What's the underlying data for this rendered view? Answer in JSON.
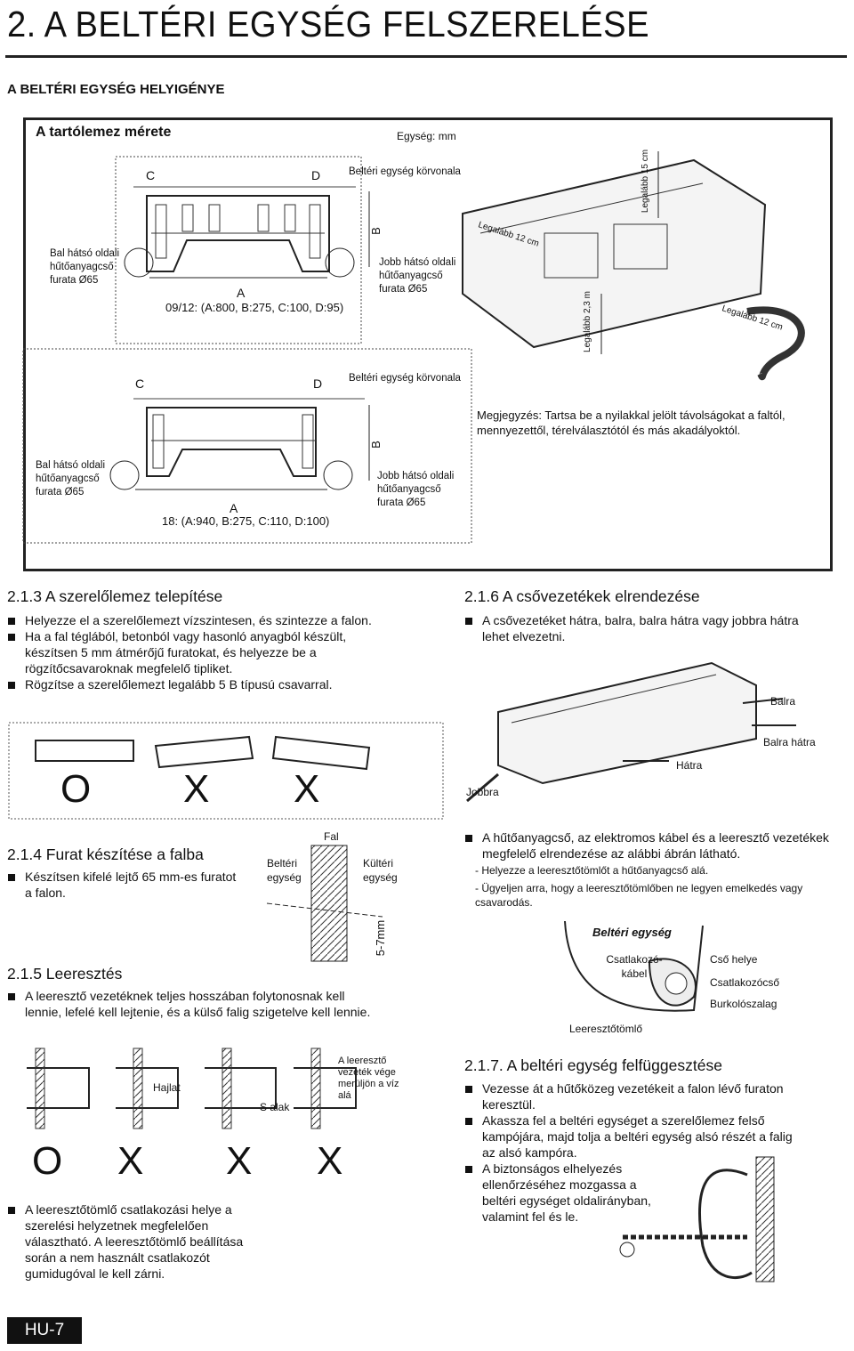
{
  "header": {
    "title": "2. A BELTÉRI EGYSÉG FELSZERELÉSE",
    "subtitle": "A BELTÉRI EGYSÉG HELYIGÉNYE"
  },
  "plate_box": {
    "heading": "A tartólemez mérete",
    "unit": "Egység: mm",
    "top": {
      "c": "C",
      "d": "D",
      "outline": "Beltéri egység körvonala",
      "b": "B",
      "left_hole": "Bal hátsó oldali hűtőanyagcső furata Ø65",
      "right_hole": "Jobb hátsó oldali hűtőanyagcső furata Ø65",
      "a": "A",
      "dims": "09/12: (A:800, B:275, C:100, D:95)"
    },
    "clearances": {
      "top": "Legalább 15 cm",
      "left": "Legalább 12 cm",
      "right": "Legalább 12 cm",
      "bottom": "Legalább 2,3 m"
    },
    "bottom": {
      "c": "C",
      "d": "D",
      "outline": "Beltéri egység körvonala",
      "b": "B",
      "left_hole": "Bal hátsó oldali hűtőanyagcső furata Ø65",
      "right_hole": "Jobb hátsó oldali hűtőanyagcső furata Ø65",
      "a": "A",
      "dims": "18: (A:940, B:275, C:110, D:100)"
    },
    "note": "Megjegyzés: Tartsa be a nyilakkal jelölt távolságokat a faltól, mennyezettől, térelválasztótól és más akadályoktól."
  },
  "s213": {
    "heading": "2.1.3 A szerelőlemez telepítése",
    "bullets": [
      "Helyezze el a szerelőlemezt vízszintesen, és szintezze a falon.",
      "Ha a fal téglából, betonból vagy hasonló anyagból készült, készítsen 5 mm átmérőjű furatokat, és helyezze be a rögzítőcsavaroknak megfelelő tipliket.",
      "Rögzítse a szerelőlemezt legalább 5 B típusú csavarral."
    ],
    "marks": [
      "O",
      "X",
      "X"
    ]
  },
  "s216": {
    "heading": "2.1.6 A csővezetékek elrendezése",
    "bullet": "A csővezetéket hátra, balra, balra hátra vagy jobbra hátra lehet elvezetni.",
    "dirs": {
      "left": "Balra",
      "left_back": "Balra hátra",
      "back": "Hátra",
      "right": "Jobbra"
    }
  },
  "s214": {
    "heading": "2.1.4 Furat készítése a falba",
    "bullet": "Készítsen kifelé lejtő 65 mm-es furatot a falon.",
    "wall": "Fal",
    "indoor": "Beltéri egység",
    "outdoor": "Kültéri egység",
    "gap": "5-7mm"
  },
  "s215": {
    "heading": "2.1.5 Leeresztés",
    "bullet": "A leeresztő vezetéknek teljes hosszában folytonosnak kell lennie, lefelé kell lejtenie, és a külső falig szigetelve kell lennie.",
    "labels": {
      "bend": "Hajlat",
      "s": "S alak",
      "end": "A leeresztő vezeték vége merüljön a víz alá"
    },
    "marks": [
      "O",
      "X",
      "X",
      "X"
    ],
    "bullet2": "A leeresztőtömlő csatlakozási helye a szerelési helyzetnek megfelelően választható. A leeresztőtömlő beállítása során a nem használt csatlakozót gumidugóval le kell zárni."
  },
  "pipes": {
    "bullet": "A hűtőanyagcső, az elektromos kábel és a leeresztő vezetékek megfelelő elrendezése az alábbi ábrán látható.",
    "dash1": "Helyezze a leeresztőtömlőt a hűtőanyagcső alá.",
    "dash2": "Ügyeljen arra, hogy a leeresztőtömlőben ne legyen emelkedés vagy csavarodás.",
    "labels": {
      "unit": "Beltéri egység",
      "cable": "Csatlakozó-kábel",
      "pipe_place": "Cső helye",
      "connector": "Csatlakozócső",
      "tape": "Burkolószalag",
      "drain": "Leeresztőtömlő"
    }
  },
  "s217": {
    "heading": "2.1.7. A beltéri egység felfüggesztése",
    "bullets": [
      "Vezesse át a hűtőközeg vezetékeit a falon lévő furaton keresztül.",
      "Akassza fel a beltéri egységet a szerelőlemez felső kampójára, majd tolja a beltéri egység alsó részét a falig az alsó kampóra.",
      "A biztonságos elhelyezés ellenőrzéséhez mozgassa a beltéri egységet oldalirányban, valamint fel és le."
    ]
  },
  "page": "HU-7"
}
